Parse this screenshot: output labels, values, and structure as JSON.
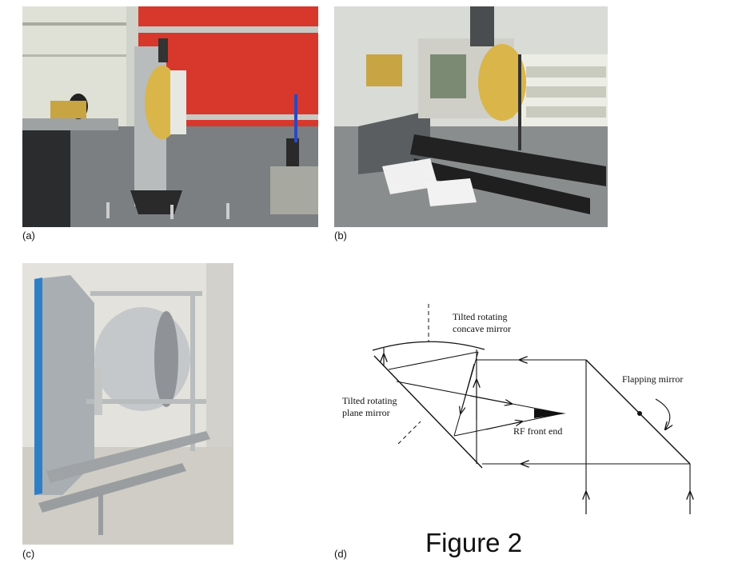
{
  "figure": {
    "title": "Figure 2"
  },
  "panels": [
    {
      "label": "(a)",
      "kind": "photo",
      "depicts": "optical lab bench with reflector mirror and red wall"
    },
    {
      "label": "(b)",
      "kind": "photo",
      "depicts": "optical rail bench with mirrors and equipment"
    },
    {
      "label": "(c)",
      "kind": "photo",
      "depicts": "metal frame with rotating circular mirror and flat panel"
    },
    {
      "label": "(d)",
      "kind": "diagram"
    }
  ],
  "diagram": {
    "labels": {
      "concave_line1": "Tilted rotating",
      "concave_line2": "concave mirror",
      "plane_line1": "Tilted rotating",
      "plane_line2": "plane mirror",
      "flapping": "Flapping mirror",
      "rf": "RF front end"
    }
  },
  "colors": {
    "wall_red": "#d8372c",
    "bench_grey": "#7b7f82",
    "mirror_gold": "#d9b54a",
    "frame_silver": "#b9bcbd",
    "panel_blue": "#2f7fc7"
  }
}
